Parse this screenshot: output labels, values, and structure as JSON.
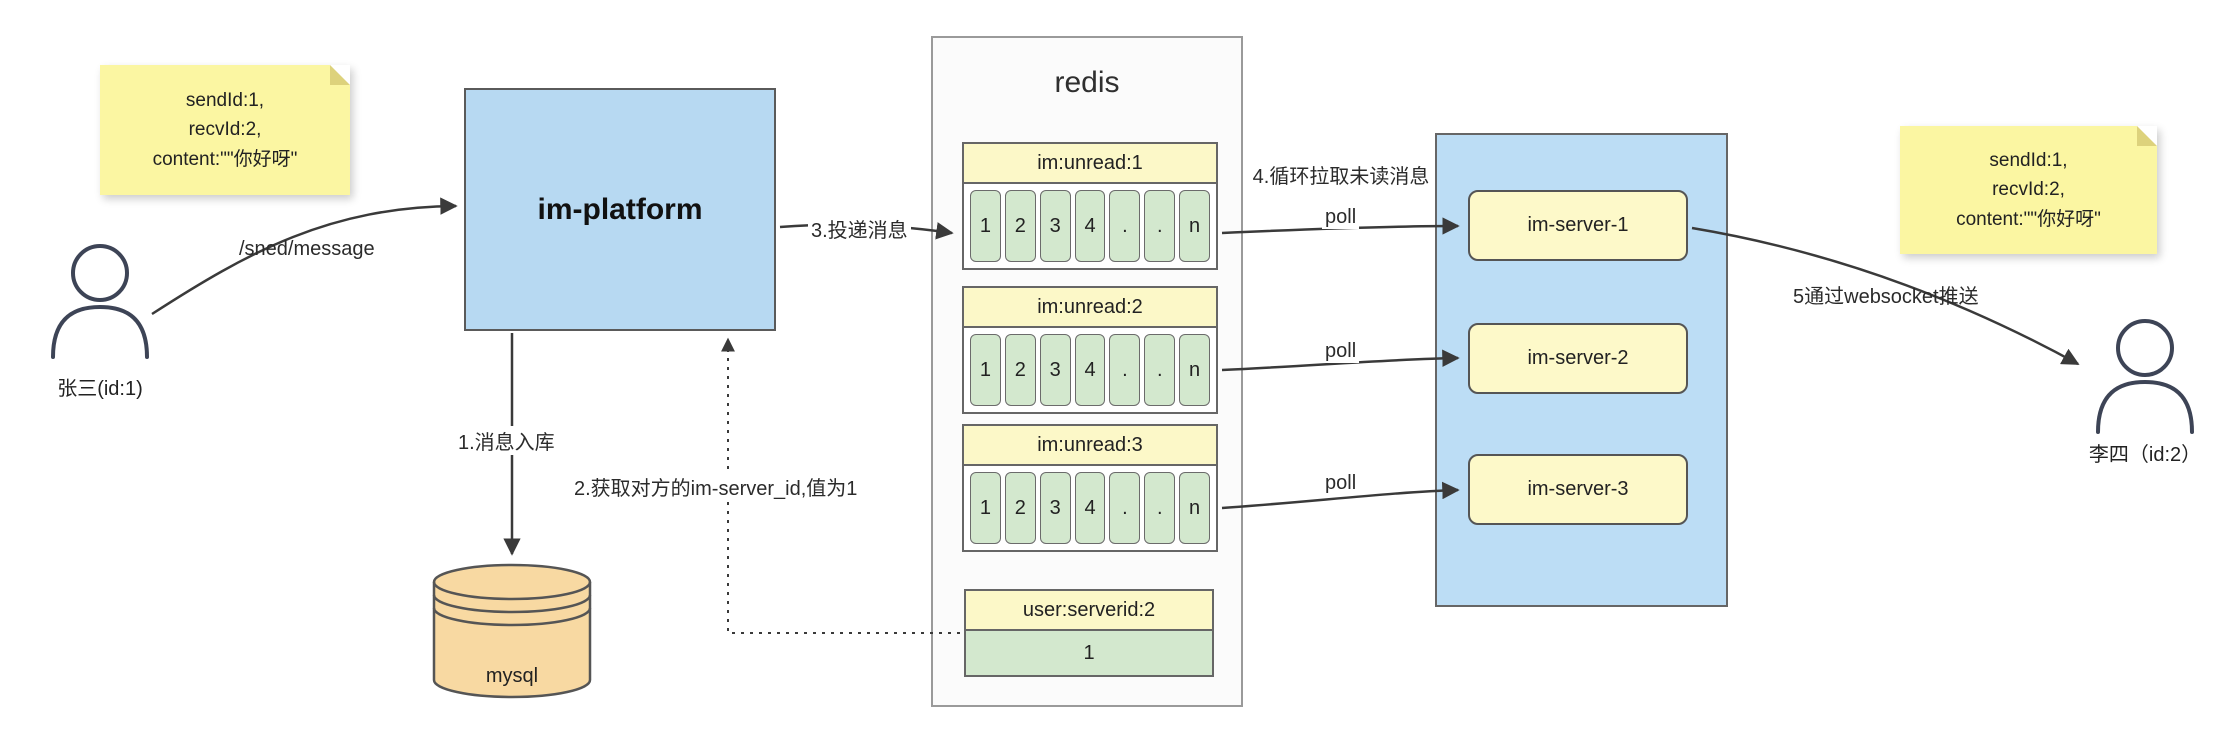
{
  "notes": {
    "left": {
      "lines": [
        "sendId:1,",
        "recvId:2,",
        "content:\"\"你好呀\""
      ]
    },
    "right": {
      "lines": [
        "sendId:1,",
        "recvId:2,",
        "content:\"\"你好呀\""
      ]
    }
  },
  "actors": {
    "sender": {
      "label": "张三(id:1)"
    },
    "receiver": {
      "label": "李四（id:2）"
    }
  },
  "platform": {
    "label": "im-platform"
  },
  "database": {
    "label": "mysql"
  },
  "redis": {
    "title": "redis",
    "queues": [
      {
        "name": "im:unread:1",
        "cells": [
          "1",
          "2",
          "3",
          "4",
          ".",
          ".",
          "n"
        ]
      },
      {
        "name": "im:unread:2",
        "cells": [
          "1",
          "2",
          "3",
          "4",
          ".",
          ".",
          "n"
        ]
      },
      {
        "name": "im:unread:3",
        "cells": [
          "1",
          "2",
          "3",
          "4",
          ".",
          ".",
          "n"
        ]
      }
    ],
    "kv": {
      "name": "user:serverid:2",
      "value": "1"
    }
  },
  "servers": [
    {
      "label": "im-server-1"
    },
    {
      "label": "im-server-2"
    },
    {
      "label": "im-server-3"
    }
  ],
  "edges": {
    "send_message": "/sned/message",
    "step1": "1.消息入库",
    "step2": "2.获取对方的im-server_id,值为1",
    "step3": "3.投递消息",
    "step4": "4.循环拉取未读消息",
    "poll1": "poll",
    "poll2": "poll",
    "poll3": "poll",
    "step5": "5通过websocket推送"
  },
  "colors": {
    "note": "#FBF6A2",
    "platform_fill": "#B7D9F2",
    "server_container_fill": "#BCDDF5",
    "server_box_fill": "#FDF9C9",
    "queue_header_fill": "#FCF8C8",
    "cell_fill": "#D3E8CE",
    "db_fill": "#F8D9A2",
    "arrow": "#3a3a3a"
  }
}
